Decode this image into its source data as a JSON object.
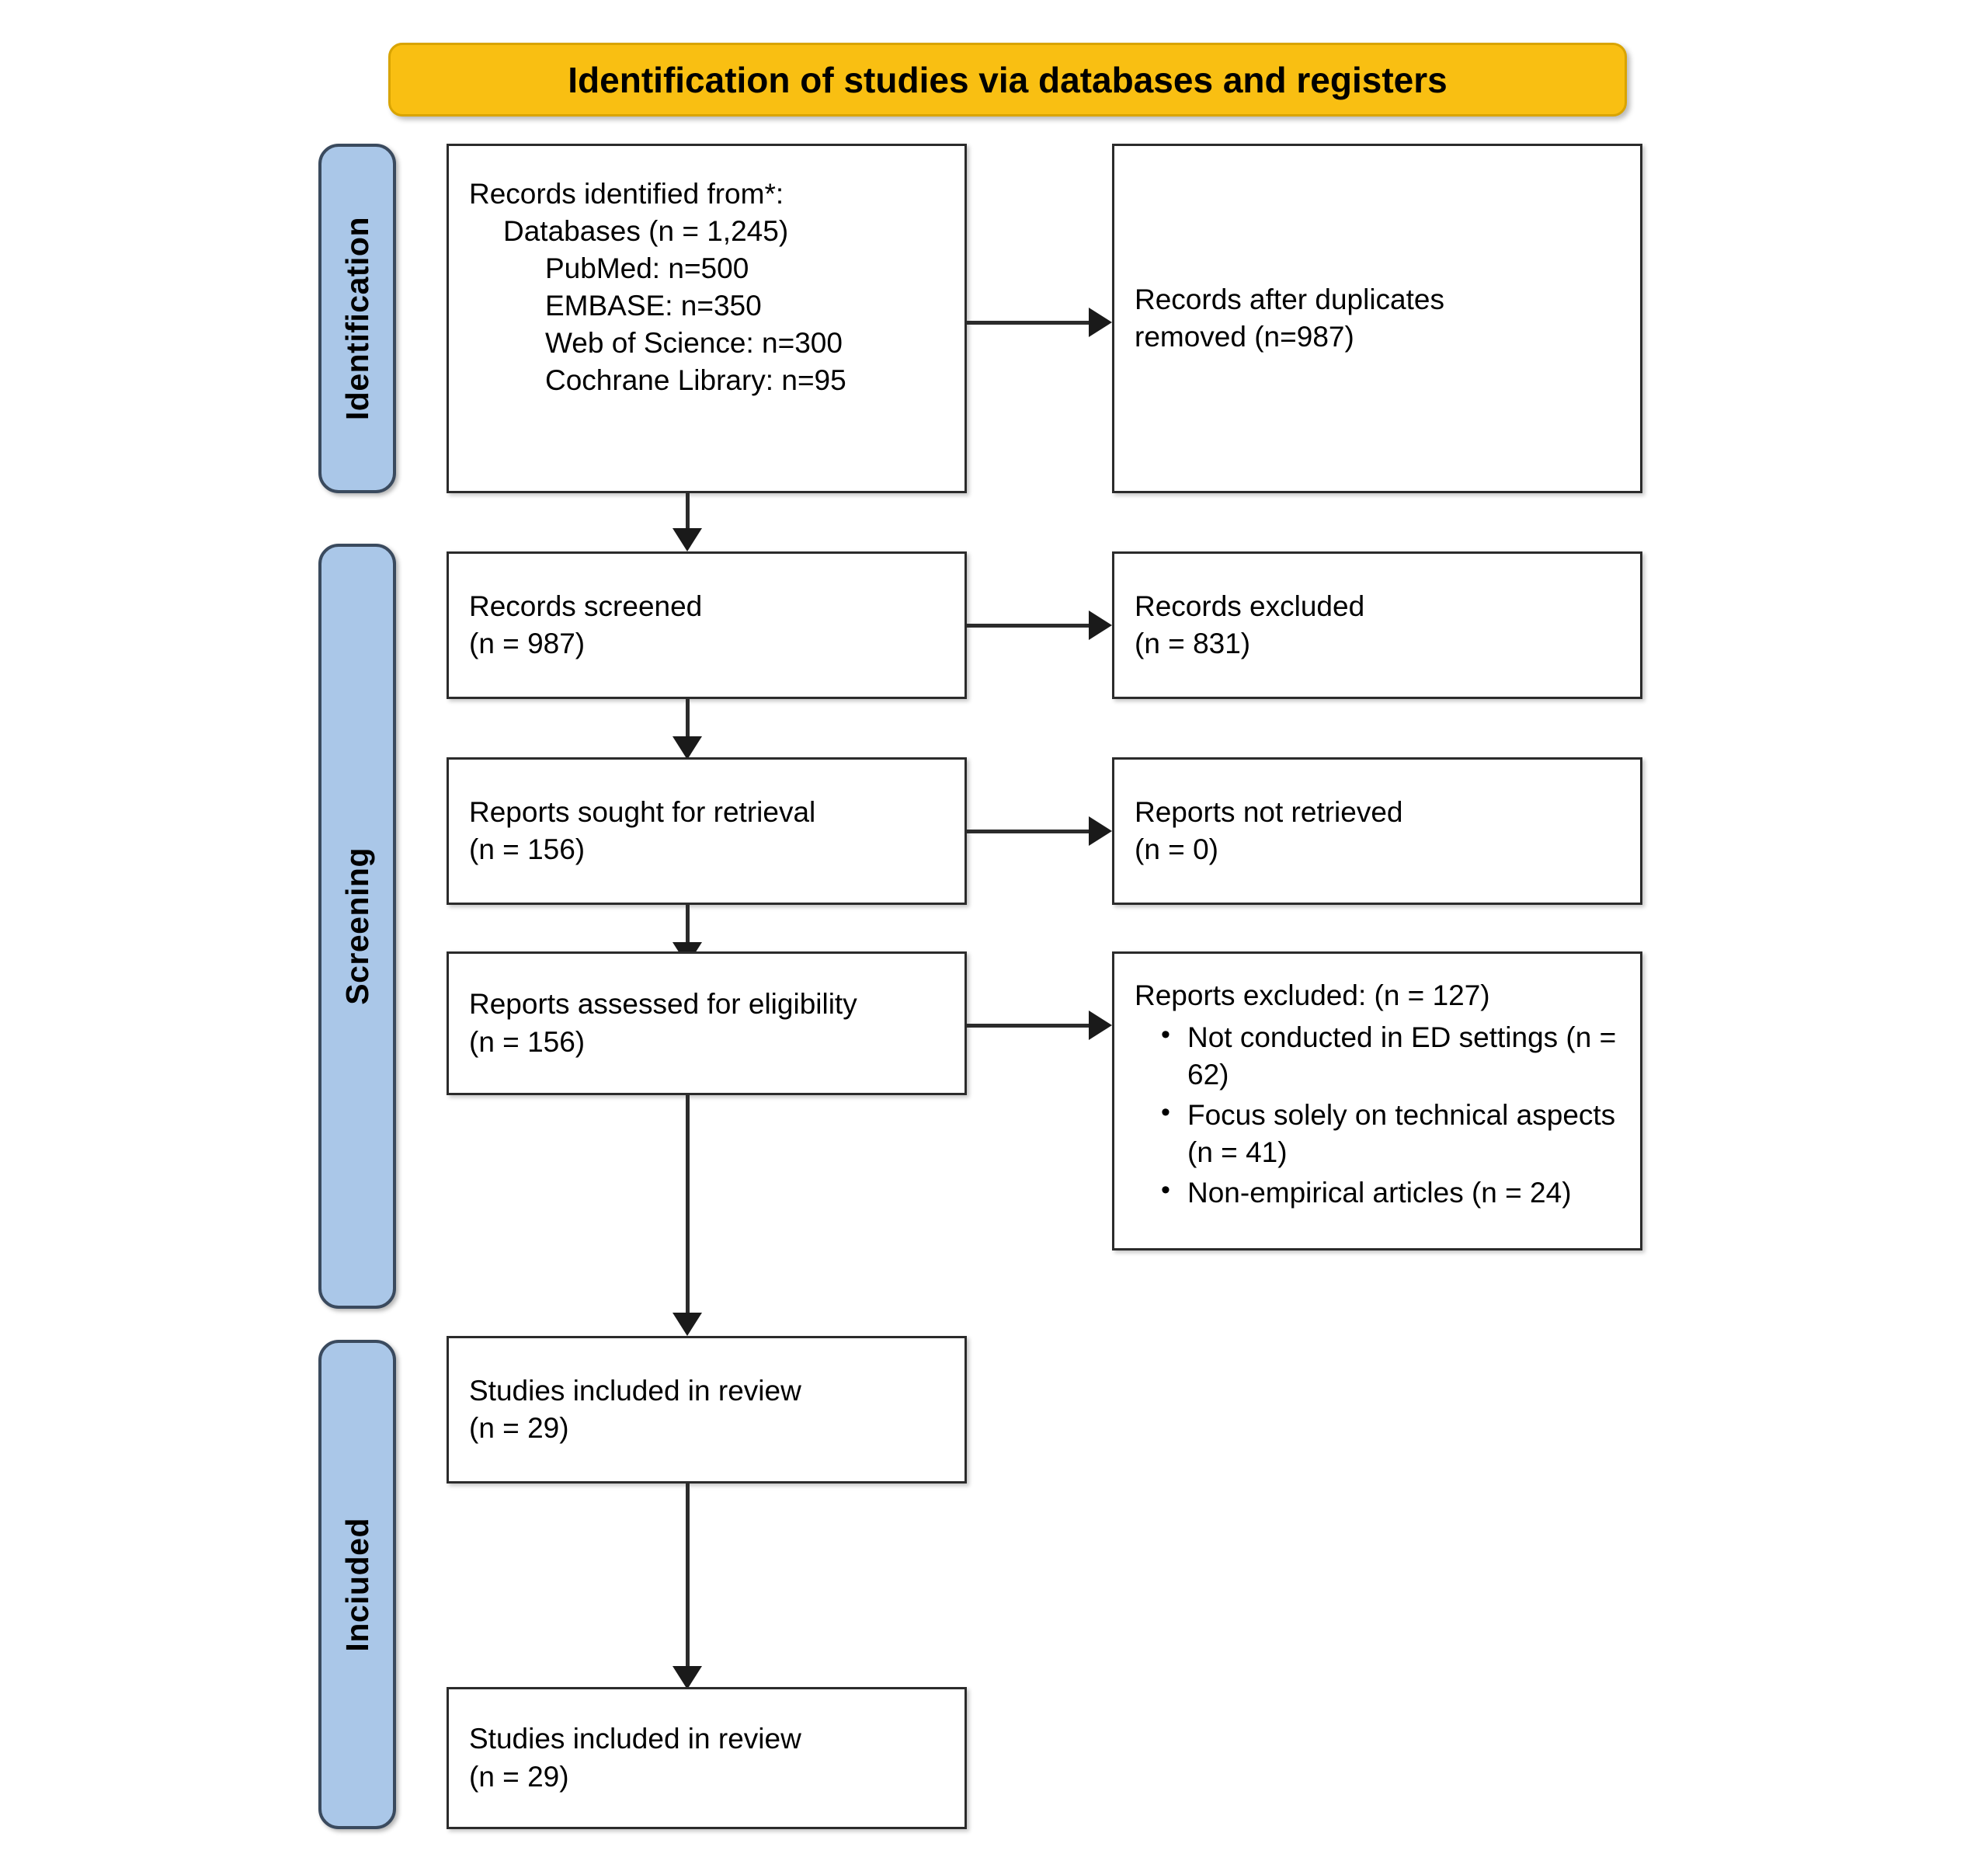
{
  "figure": {
    "title": "Identification of studies via databases and registers",
    "type": "prisma-flow-diagram"
  },
  "stages": [
    {
      "id": "identification",
      "label": "Identification"
    },
    {
      "id": "screening",
      "label": "Screening"
    },
    {
      "id": "included",
      "label": "Inciuded"
    }
  ],
  "nodes": {
    "records_identified": {
      "lines": [
        "Records identified from*:",
        "Databases (n = 1,245)",
        "PubMed: n=500",
        "EMBASE: n=350",
        "Web of Science: n=300",
        "Cochrane Library: n=95"
      ]
    },
    "records_after_duplicates": {
      "lines": [
        "Records after duplicates",
        "removed (n=987)"
      ]
    },
    "records_screened": {
      "lines": [
        "Records screened",
        "(n = 987)"
      ]
    },
    "records_excluded": {
      "lines": [
        "Records excluded",
        "(n = 831)"
      ]
    },
    "reports_sought": {
      "lines": [
        "Reports sought for retrieval",
        "(n = 156)"
      ]
    },
    "reports_not_retrieved": {
      "lines": [
        "Reports not retrieved",
        "(n = 0)"
      ]
    },
    "reports_assessed": {
      "lines": [
        "Reports assessed for eligibility",
        "(n = 156)"
      ]
    },
    "reports_excluded": {
      "heading": "Reports excluded: (n = 127)",
      "bullets": [
        "Not conducted in ED settings (n = 62)",
        "Focus solely on technical aspects (n = 41)",
        "Non-empirical articles (n = 24)"
      ]
    },
    "studies_included_1": {
      "lines": [
        "Studies included in review",
        "(n = 29)"
      ]
    },
    "studies_included_2": {
      "lines": [
        "Studies included in review",
        "(n = 29)"
      ]
    }
  },
  "chart_data": {
    "type": "diagram",
    "title": "Identification of studies via databases and registers",
    "nodes": [
      {
        "id": "records_identified",
        "stage": "Identification",
        "label": "Records identified from*: Databases",
        "n": 1245,
        "breakdown": [
          {
            "source": "PubMed",
            "n": 500
          },
          {
            "source": "EMBASE",
            "n": 350
          },
          {
            "source": "Web of Science",
            "n": 300
          },
          {
            "source": "Cochrane Library",
            "n": 95
          }
        ]
      },
      {
        "id": "records_after_duplicates",
        "stage": "Identification",
        "label": "Records after duplicates removed",
        "n": 987
      },
      {
        "id": "records_screened",
        "stage": "Screening",
        "label": "Records screened",
        "n": 987
      },
      {
        "id": "records_excluded",
        "stage": "Screening",
        "label": "Records excluded",
        "n": 831
      },
      {
        "id": "reports_sought",
        "stage": "Screening",
        "label": "Reports sought for retrieval",
        "n": 156
      },
      {
        "id": "reports_not_retrieved",
        "stage": "Screening",
        "label": "Reports not retrieved",
        "n": 0
      },
      {
        "id": "reports_assessed",
        "stage": "Screening",
        "label": "Reports assessed for eligibility",
        "n": 156
      },
      {
        "id": "reports_excluded",
        "stage": "Screening",
        "label": "Reports excluded",
        "n": 127,
        "reasons": [
          {
            "reason": "Not conducted in ED settings",
            "n": 62
          },
          {
            "reason": "Focus solely on technical aspects",
            "n": 41
          },
          {
            "reason": "Non-empirical articles",
            "n": 24
          }
        ]
      },
      {
        "id": "studies_included_1",
        "stage": "Inciuded",
        "label": "Studies included in review",
        "n": 29
      },
      {
        "id": "studies_included_2",
        "stage": "Inciuded",
        "label": "Studies included in review",
        "n": 29
      }
    ],
    "edges": [
      {
        "from": "records_identified",
        "to": "records_after_duplicates",
        "direction": "right"
      },
      {
        "from": "records_identified",
        "to": "records_screened",
        "direction": "down"
      },
      {
        "from": "records_screened",
        "to": "records_excluded",
        "direction": "right"
      },
      {
        "from": "records_screened",
        "to": "reports_sought",
        "direction": "down"
      },
      {
        "from": "reports_sought",
        "to": "reports_not_retrieved",
        "direction": "right"
      },
      {
        "from": "reports_sought",
        "to": "reports_assessed",
        "direction": "down"
      },
      {
        "from": "reports_assessed",
        "to": "reports_excluded",
        "direction": "right"
      },
      {
        "from": "reports_assessed",
        "to": "studies_included_1",
        "direction": "down"
      },
      {
        "from": "studies_included_1",
        "to": "studies_included_2",
        "direction": "down"
      }
    ]
  },
  "colors": {
    "banner": "#f9bf12",
    "stage_bar": "#aac7e8",
    "stage_bar_border": "#3a4a5e",
    "node_border": "#2b2b2b",
    "background": "#ffffff"
  }
}
